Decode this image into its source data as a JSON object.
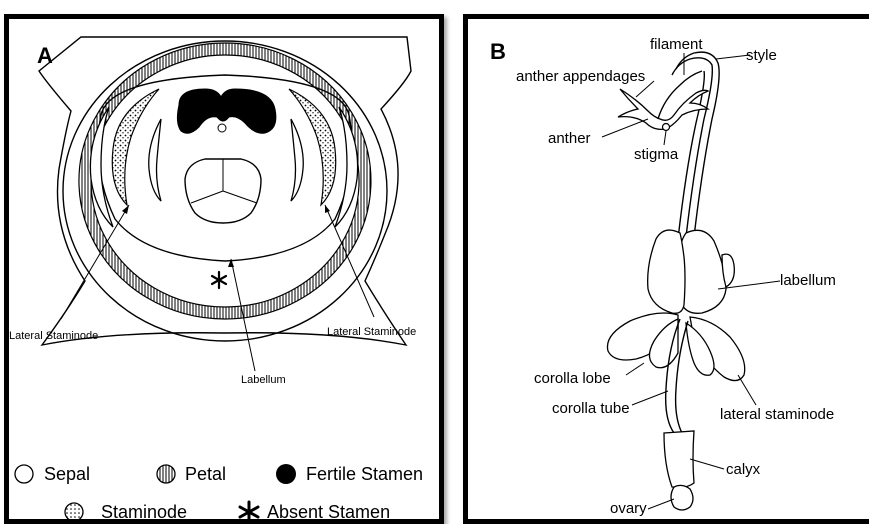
{
  "panel_a": {
    "label": "A",
    "annotations": {
      "lateral_left": "Lateral Staminode",
      "lateral_right": "Lateral Staminode",
      "labellum": "Labellum"
    },
    "legend": {
      "sepal": "Sepal",
      "petal": "Petal",
      "fertile": "Fertile Stamen",
      "staminode": "Staminode",
      "absent": "Absent Stamen"
    }
  },
  "panel_b": {
    "label": "B",
    "annotations": {
      "filament": "filament",
      "style": "style",
      "anther_appendages": "anther appendages",
      "anther": "anther",
      "stigma": "stigma",
      "labellum": "labellum",
      "corolla_lobe": "corolla lobe",
      "corolla_tube": "corolla tube",
      "lateral_staminode": "lateral staminode",
      "calyx": "calyx",
      "ovary": "ovary"
    }
  }
}
